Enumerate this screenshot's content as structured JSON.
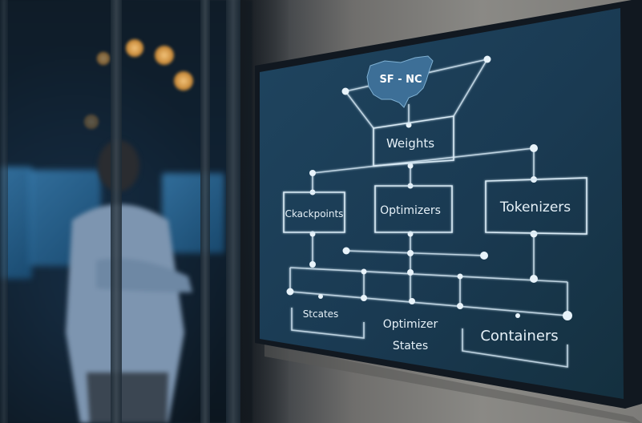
{
  "diagram": {
    "header": {
      "label": "SF - NC"
    },
    "nodes": {
      "weights": "Weights",
      "checkpoints": "Ckackpoints",
      "optimizers": "Optimizers",
      "tokenizers": "Tokenizers",
      "states": "Stcates",
      "optimizer_states_line1": "Optimizer",
      "optimizer_states_line2": "States",
      "containers": "Containers"
    }
  },
  "colors": {
    "screen_bg": "#1b3a52",
    "line": "#cfe3f0",
    "text": "#e6f1f8",
    "map_fill": "#3d6f97",
    "bezel": "#141a20",
    "wall": "#8a8985"
  }
}
